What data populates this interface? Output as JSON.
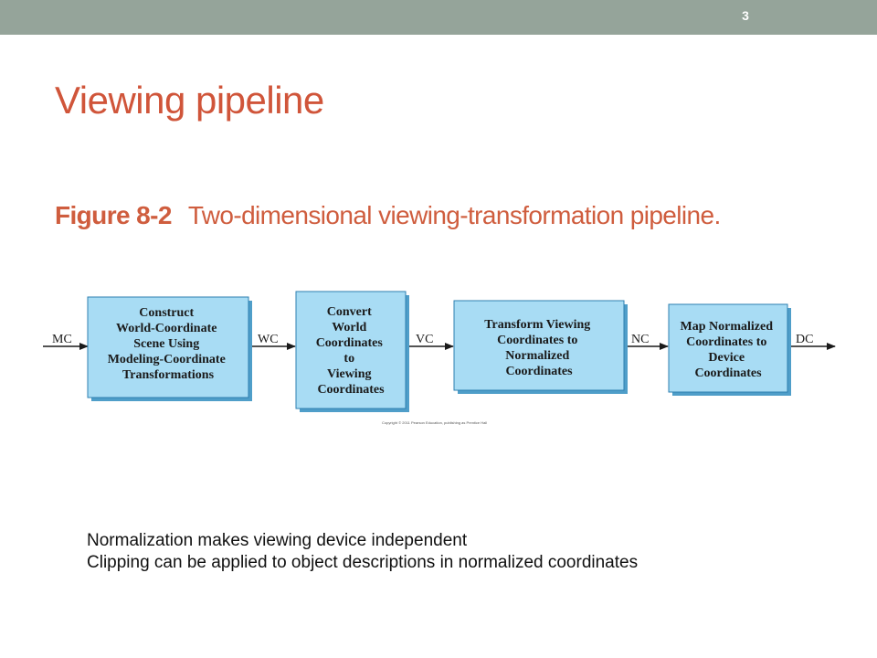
{
  "slide": {
    "number": "3",
    "title": "Viewing pipeline"
  },
  "figure": {
    "label": "Figure 8-2",
    "caption": "Two-dimensional viewing-transformation pipeline.",
    "copyright": "Copyright © 2011 Pearson Education, publishing as Prentice Hall",
    "stages": [
      {
        "lines": [
          "Construct",
          "World-Coordinate",
          "Scene Using",
          "Modeling-Coordinate",
          "Transformations"
        ]
      },
      {
        "lines": [
          "Convert",
          "World",
          "Coordinates",
          "to",
          "Viewing",
          "Coordinates"
        ]
      },
      {
        "lines": [
          "Transform Viewing",
          "Coordinates to",
          "Normalized",
          "Coordinates"
        ]
      },
      {
        "lines": [
          "Map Normalized",
          "Coordinates to",
          "Device",
          "Coordinates"
        ]
      }
    ],
    "flow_labels": [
      "MC",
      "WC",
      "VC",
      "NC",
      "DC"
    ],
    "colors": {
      "box_fill": "#a8dcf4",
      "box_shadow": "#4f9ec9",
      "caption": "#cf5d3e",
      "title": "#d0553a",
      "topbar": "#95a49a"
    }
  },
  "notes": [
    "Normalization makes viewing device independent",
    "Clipping can be applied to object descriptions in normalized coordinates"
  ]
}
